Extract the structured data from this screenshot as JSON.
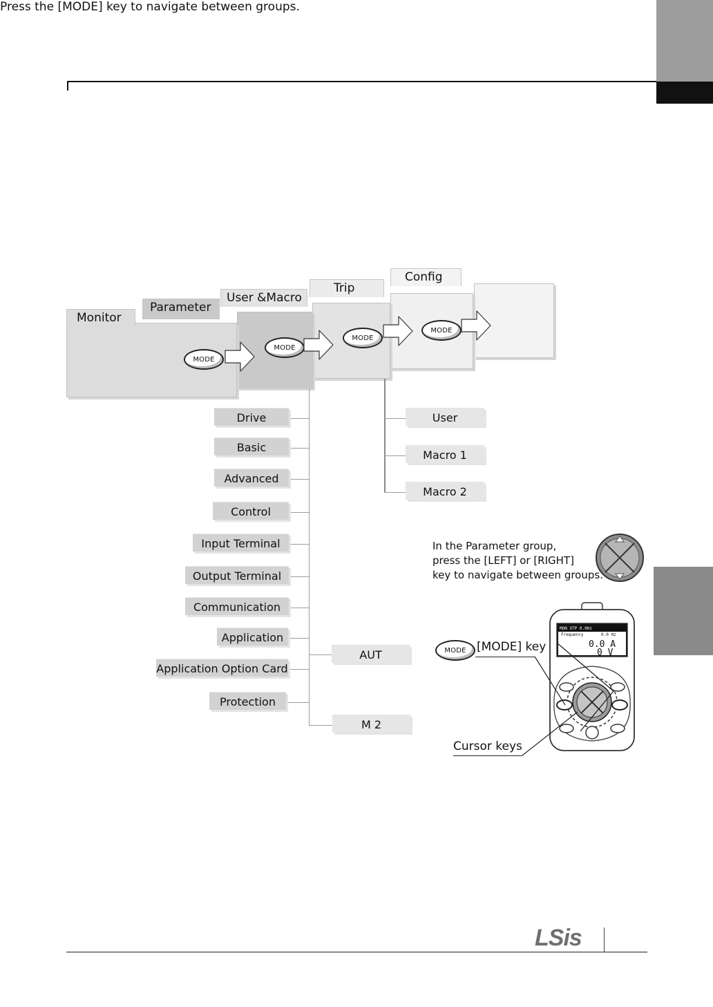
{
  "intro_text": "Press the [MODE] key to navigate between groups.",
  "mode_groups": [
    "Monitor",
    "Parameter",
    "User &Macro",
    "Trip",
    "Config"
  ],
  "mode_key_label": "MODE",
  "parameter_groups": [
    "Drive",
    "Basic",
    "Advanced",
    "Control",
    "Input Terminal",
    "Output Terminal",
    "Communication",
    "Application",
    "Application Option Card",
    "Protection"
  ],
  "user_macro_groups": [
    "User",
    "Macro 1",
    "Macro 2"
  ],
  "macro_subgroups": [
    "AUT",
    "M 2"
  ],
  "note": {
    "line1": "In the Parameter group,",
    "line2": "press the  [LEFT] or [RIGHT]",
    "line3": "key to navigate between groups."
  },
  "keypad": {
    "mode_key_label": "[MODE] key",
    "cursor_keys_label": "Cursor keys",
    "display_row1": "MON  STP   0.0Hz",
    "display_row2": "Frequency",
    "display_row3": "0.0 Hz",
    "display_current": "0.0 A",
    "display_voltage": "0 V"
  },
  "logo_text": "LSis",
  "colors": {
    "side_tab_light": "#9d9d9d",
    "side_tab_dark": "#111111",
    "side_tab_mid": "#8a8a8a",
    "box_gray": "#d2d2d2"
  }
}
